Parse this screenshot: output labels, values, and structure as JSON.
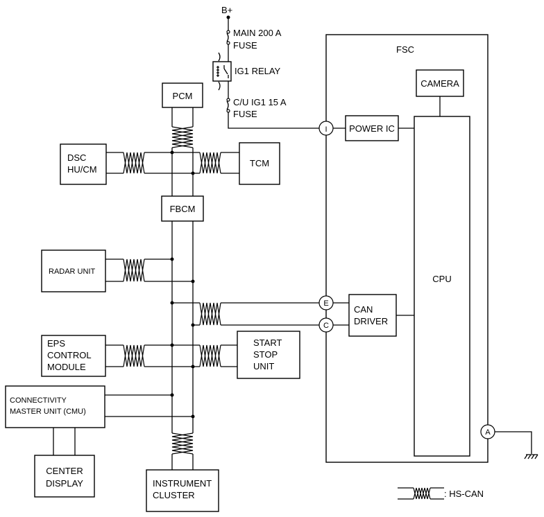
{
  "power": {
    "b_plus": "B+",
    "main_fuse": [
      "MAIN 200 A",
      "FUSE"
    ],
    "relay": "IG1 RELAY",
    "cu_fuse": [
      "C/U IG1 15 A",
      "FUSE"
    ]
  },
  "modules": {
    "pcm": "PCM",
    "dsc": [
      "DSC",
      "HU/CM"
    ],
    "tcm": "TCM",
    "fbcm": "FBCM",
    "radar": "RADAR UNIT",
    "eps": [
      "EPS",
      "CONTROL",
      "MODULE"
    ],
    "start_stop": [
      "START",
      "STOP",
      "UNIT"
    ],
    "cmu": [
      "CONNECTIVITY",
      "MASTER UNIT (CMU)"
    ],
    "center_display": [
      "CENTER",
      "DISPLAY"
    ],
    "instrument_cluster": [
      "INSTRUMENT",
      "CLUSTER"
    ]
  },
  "fsc": {
    "title": "FSC",
    "camera": "CAMERA",
    "power_ic": "POWER IC",
    "cpu": "CPU",
    "can_driver": [
      "CAN",
      "DRIVER"
    ]
  },
  "terminals": {
    "i": "I",
    "e": "E",
    "c": "C",
    "a": "A"
  },
  "legend": {
    "label": ": HS-CAN"
  }
}
